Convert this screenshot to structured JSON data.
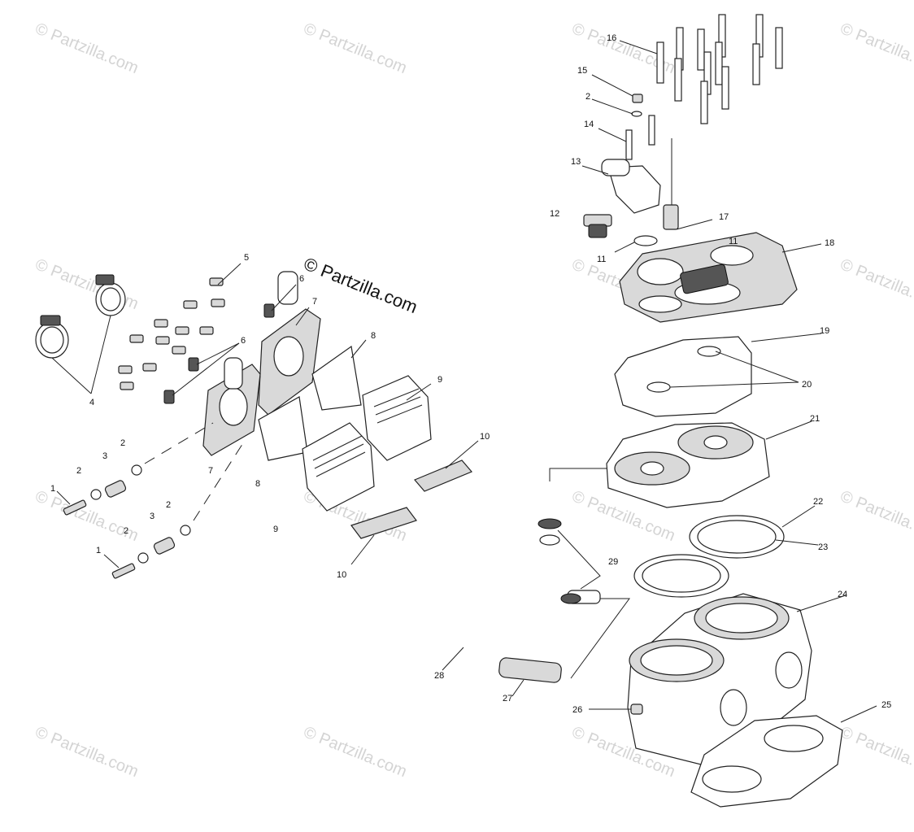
{
  "watermark": {
    "main": "© Partzilla.com",
    "repeat": "© Partzilla.com"
  },
  "callouts": [
    "1",
    "1",
    "2",
    "2",
    "2",
    "2",
    "2",
    "3",
    "3",
    "4",
    "5",
    "6",
    "6",
    "7",
    "7",
    "8",
    "8",
    "9",
    "9",
    "10",
    "10",
    "11",
    "11",
    "12",
    "13",
    "14",
    "15",
    "16",
    "17",
    "18",
    "19",
    "20",
    "21",
    "22",
    "23",
    "24",
    "25",
    "26",
    "27",
    "28",
    "29"
  ]
}
